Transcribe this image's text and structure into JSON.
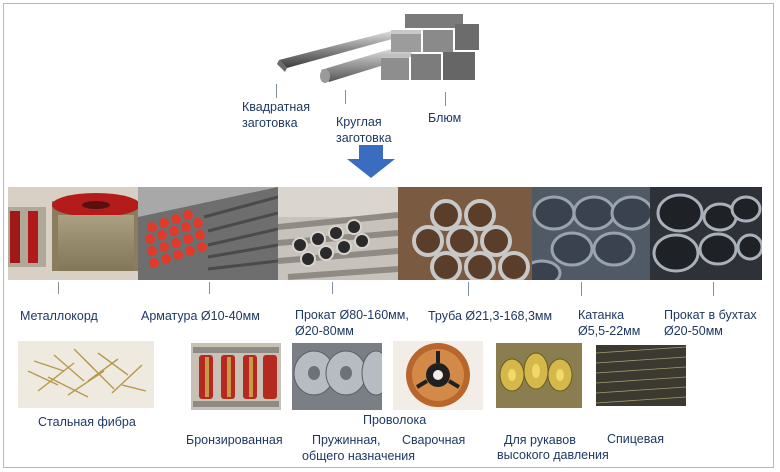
{
  "top_products": {
    "square": "Квадратная\nзаготовка",
    "round": "Круглая\nзаготовка",
    "bloom": "Блюм"
  },
  "arrow_color": "#3a6cc0",
  "label_color": "#1f3864",
  "products": {
    "metallokord": "Металлокорд",
    "armatura": "Арматура Ø10-40мм",
    "prokat_line1": "Прокат Ø80-160мм,",
    "prokat_line2": "Ø20-80мм",
    "truba": "Труба Ø21,3-168,3мм",
    "katanka_line1": "Катанка",
    "katanka_line2": "Ø5,5-22мм",
    "buhty_line1": "Прокат в бухтах",
    "buhty_line2": "Ø20-50мм"
  },
  "sub": {
    "fibra": "Стальная фибра",
    "wire_title": "Проволока",
    "bronze": "Бронзированная",
    "spring_line1": "Пружинная,",
    "spring_line2": "общего назначения",
    "welding": "Сварочная",
    "sleeves_line1": "Для рукавов",
    "sleeves_line2": "высокого давления",
    "spoke": "Спицевая"
  }
}
